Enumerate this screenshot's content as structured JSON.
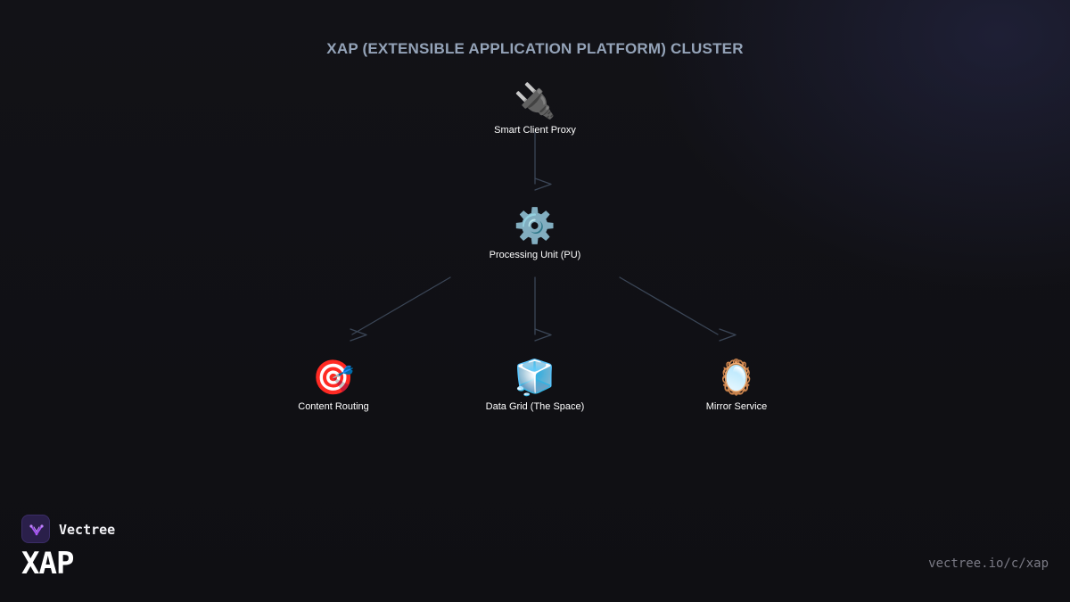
{
  "title": "XAP (EXTENSIBLE APPLICATION PLATFORM) CLUSTER",
  "nodes": [
    {
      "id": "proxy",
      "label": "Smart Client Proxy",
      "icon": "🔌",
      "icon_name": "plug-icon"
    },
    {
      "id": "pu",
      "label": "Processing Unit (PU)",
      "icon": "⚙️",
      "icon_name": "gear-icon"
    },
    {
      "id": "routing",
      "label": "Content Routing",
      "icon": "🎯",
      "icon_name": "target-icon"
    },
    {
      "id": "grid",
      "label": "Data Grid (The Space)",
      "icon": "🧊",
      "icon_name": "ice-cube-icon"
    },
    {
      "id": "mirror",
      "label": "Mirror Service",
      "icon": "🪞",
      "icon_name": "mirror-icon"
    }
  ],
  "edges": [
    {
      "from": "proxy",
      "to": "pu"
    },
    {
      "from": "pu",
      "to": "routing"
    },
    {
      "from": "pu",
      "to": "grid"
    },
    {
      "from": "pu",
      "to": "mirror"
    }
  ],
  "brand": {
    "name": "Vectree",
    "product": "XAP",
    "url": "vectree.io/c/xap"
  },
  "colors": {
    "background": "#111116",
    "title": "#94a3b8",
    "edge": "#3b4657",
    "label": "#ffffff",
    "logo_accent": "#a855f7"
  }
}
